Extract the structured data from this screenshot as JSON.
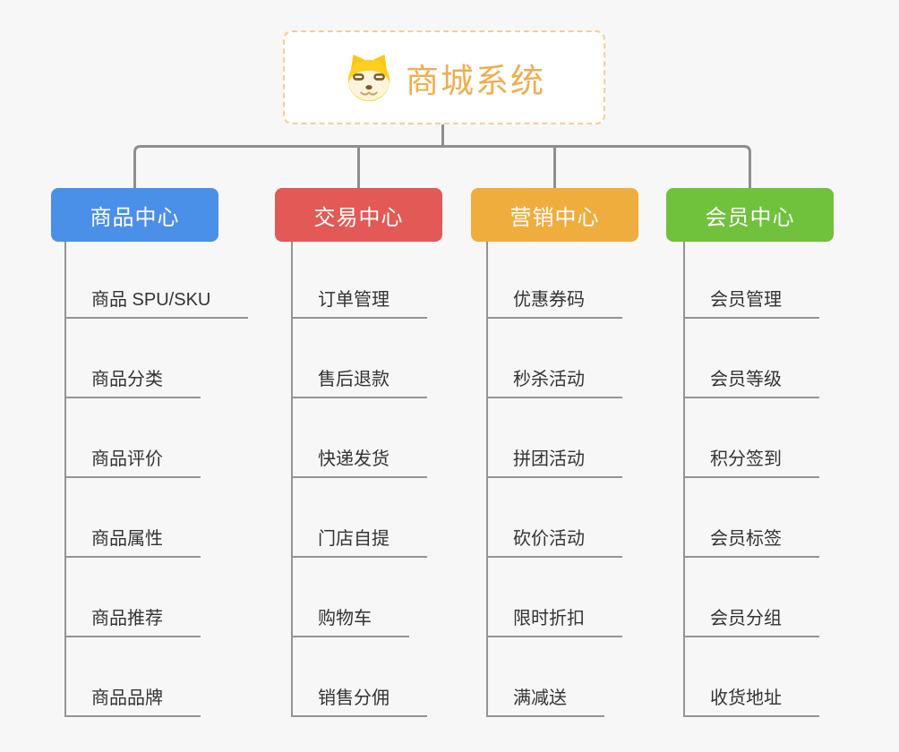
{
  "root": {
    "title": "商城系统",
    "icon": "shiba-dog-icon"
  },
  "branches": [
    {
      "label": "商品中心",
      "color": "#4B90E8",
      "items": [
        "商品 SPU/SKU",
        "商品分类",
        "商品评价",
        "商品属性",
        "商品推荐",
        "商品品牌"
      ]
    },
    {
      "label": "交易中心",
      "color": "#E35955",
      "items": [
        "订单管理",
        "售后退款",
        "快递发货",
        "门店自提",
        "购物车",
        "销售分佣"
      ]
    },
    {
      "label": "营销中心",
      "color": "#EFAD3E",
      "items": [
        "优惠券码",
        "秒杀活动",
        "拼团活动",
        "砍价活动",
        "限时折扣",
        "满减送"
      ]
    },
    {
      "label": "会员中心",
      "color": "#70C13C",
      "items": [
        "会员管理",
        "会员等级",
        "积分签到",
        "会员标签",
        "会员分组",
        "收货地址"
      ]
    }
  ],
  "colors": {
    "background": "#F7F7F7",
    "connector_line": "#8E8E8E",
    "leaf_line": "#949494",
    "leaf_text": "#333333",
    "root_title": "#F0AD4E",
    "root_border": "#F7CE93",
    "root_background": "#FFFFFF",
    "header_text": "#FFFFFF"
  }
}
